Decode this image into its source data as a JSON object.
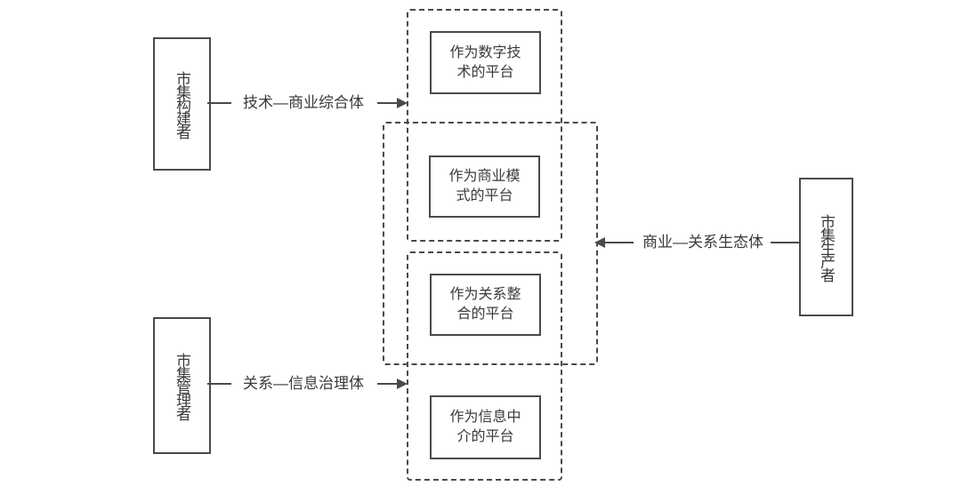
{
  "actors": {
    "builder": "市集构建者",
    "manager": "市集管理者",
    "producer": "市集生产者"
  },
  "platforms": {
    "digital_technology": "作为数字技术的平台",
    "business_model": "作为商业模式的平台",
    "relationship_integration": "作为关系整合的平台",
    "information_intermediary": "作为信息中介的平台"
  },
  "relations": {
    "tech_business_complex": "技术—商业综合体",
    "relation_info_governance": "关系—信息治理体",
    "business_relation_ecosystem": "商业—关系生态体"
  },
  "colors": {
    "stroke": "#4a4a4a",
    "text": "#3a3a3a",
    "background": "#ffffff"
  }
}
